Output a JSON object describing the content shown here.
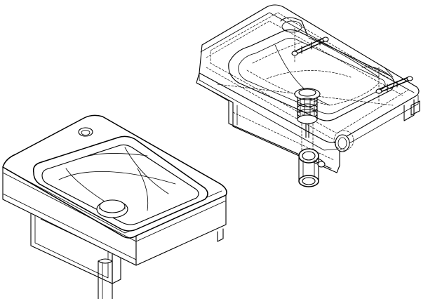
{
  "scene": {
    "background": "#ffffff",
    "line_color": "#000000",
    "views": [
      {
        "id": "solid",
        "style": "solid line drawing",
        "parts": [
          "basin-rim",
          "inner-bowl",
          "drain-plug",
          "faucet-hole",
          "support-frame",
          "pipe"
        ]
      },
      {
        "id": "wireframe",
        "style": "transparent wireframe with hidden lines",
        "parts": [
          "basin-body",
          "inner-bowl",
          "mounting-bolts",
          "drain-assembly",
          "overflow-hole",
          "trap-pipe"
        ]
      }
    ]
  }
}
